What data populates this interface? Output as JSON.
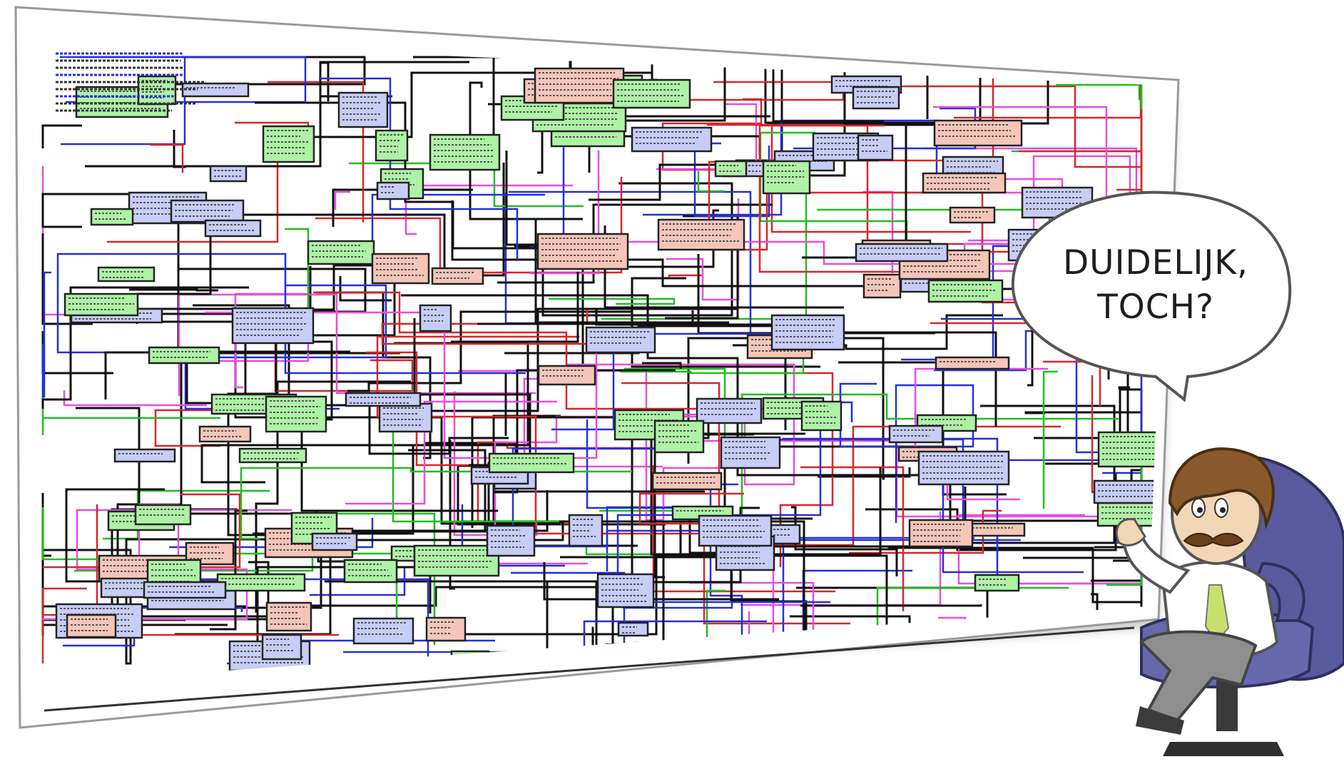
{
  "speech_bubble": {
    "line1": "DUIDELIJK,",
    "line2": "TOCH?"
  },
  "colors": {
    "background": "#ffffff",
    "board_fill": "#ffffff",
    "board_edge": "#9a9a9a",
    "shadow": "#b8b8b8",
    "line_black": "#111111",
    "line_green": "#1fbf1f",
    "line_red": "#d8262a",
    "line_blue": "#2430d8",
    "line_magenta": "#e84ce0",
    "box_green_fill": "#aef2a6",
    "box_blue_fill": "#c7cdf7",
    "box_red_fill": "#f5c6b8",
    "chair": "#5a5a9e",
    "hair": "#8a5a2e",
    "skin": "#f3d6b5",
    "tie": "#c9e06d",
    "trousers": "#8e8e8e"
  },
  "illustration": {
    "subject": "cartoon man with mustache seated in office chair, pointing at an extremely tangled system diagram on a wall board",
    "icons": [
      "speech-bubble",
      "spaghetti-diagram",
      "office-chair",
      "cartoon-man"
    ]
  }
}
